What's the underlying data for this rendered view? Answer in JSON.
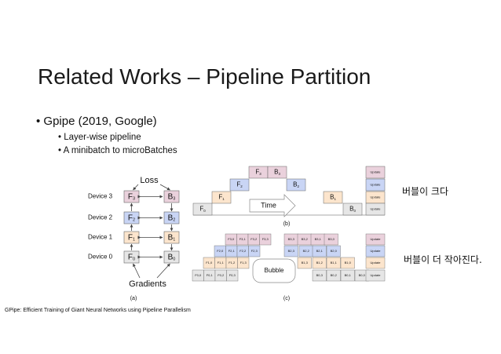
{
  "slide": {
    "title": "Related Works – Pipeline Partition",
    "bullets": [
      {
        "text": "• Gpipe (2019, Google)"
      },
      {
        "text": "•  Layer-wise pipeline"
      },
      {
        "text": "•  A minibatch to microBatches"
      }
    ],
    "note_b": "버블이 크다",
    "note_c": "버블이 더 작아진다.",
    "footnote": "GPipe: Efficient Training of Giant Neural Networks using Pipeline Parallelism"
  },
  "figure_a": {
    "loss_label": "Loss",
    "gradients_label": "Gradients",
    "caption": "(a)",
    "devices": [
      {
        "label": "Device 3",
        "f": "F",
        "f_sub": "3",
        "b": "B",
        "b_sub": "3"
      },
      {
        "label": "Device 2",
        "f": "F",
        "f_sub": "2",
        "b": "B",
        "b_sub": "2"
      },
      {
        "label": "Device 1",
        "f": "F",
        "f_sub": "1",
        "b": "B",
        "b_sub": "1"
      },
      {
        "label": "Device 0",
        "f": "F",
        "f_sub": "0",
        "b": "B",
        "b_sub": "0"
      }
    ]
  },
  "figure_b": {
    "caption": "(b)",
    "time_label": "Time",
    "update_label": "Update",
    "rows": [
      [
        {
          "t": "F",
          "s": "3"
        },
        {
          "t": "B",
          "s": "3"
        }
      ],
      [
        {
          "t": "F",
          "s": "2"
        },
        {
          "t": "B",
          "s": "2"
        }
      ],
      [
        {
          "t": "F",
          "s": "1"
        },
        {
          "t": "B",
          "s": "1"
        }
      ],
      [
        {
          "t": "F",
          "s": "0"
        },
        {
          "t": "B",
          "s": "0"
        }
      ]
    ]
  },
  "figure_c": {
    "caption": "(c)",
    "bubble_label": "Bubble",
    "update_label": "Update",
    "rows": [
      {
        "f": [
          "F3,0",
          "F3,1",
          "F3,2",
          "F3,3"
        ],
        "b": [
          "B3,3",
          "B3,2",
          "B3,1",
          "B3,0"
        ]
      },
      {
        "f": [
          "F2,0",
          "F2,1",
          "F2,2",
          "F2,3"
        ],
        "b": [
          "B2,3",
          "B2,2",
          "B2,1",
          "B2,0"
        ]
      },
      {
        "f": [
          "F1,0",
          "F1,1",
          "F1,2",
          "F1,3"
        ],
        "b": [
          "B1,3",
          "B1,2",
          "B1,1",
          "B1,0"
        ]
      },
      {
        "f": [
          "F0,0",
          "F0,1",
          "F0,2",
          "F0,3"
        ],
        "b": [
          "B0,3",
          "B0,2",
          "B0,1",
          "B0,0"
        ]
      }
    ]
  },
  "colors": {
    "device3": "#ead1dc",
    "device2": "#c9d5f5",
    "device1": "#fce5cd",
    "device0": "#e6e6e6",
    "border": "#666666"
  }
}
